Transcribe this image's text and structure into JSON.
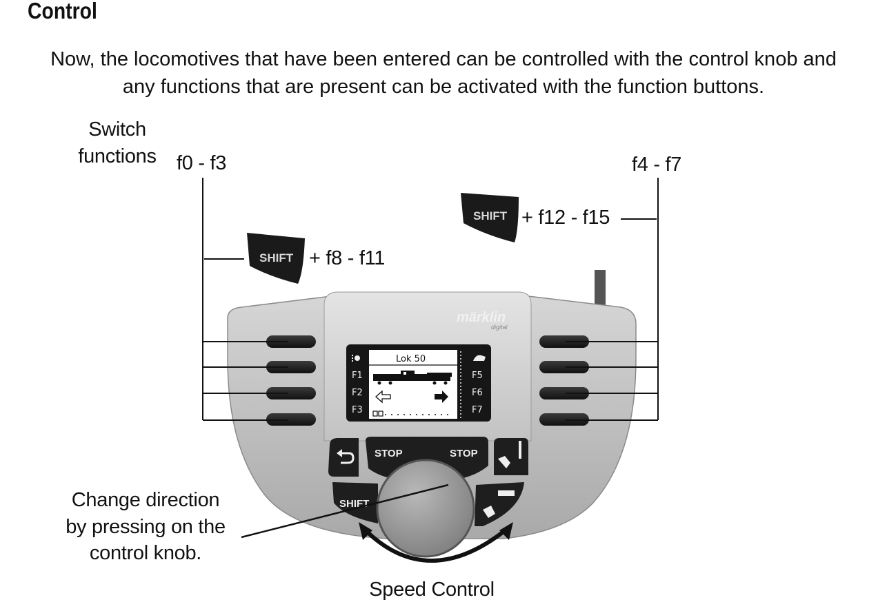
{
  "title": "Control",
  "intro": {
    "line1": "Now, the locomotives that have been entered can be controlled with the control knob and",
    "line2": "any functions that are present can be activated with the function buttons."
  },
  "callouts": {
    "switch_functions_line1": "Switch",
    "switch_functions_line2": "functions",
    "left_range": "f0 - f3",
    "right_range": "f4 - f7",
    "shift_left": "+ f8 - f11",
    "shift_right": "+ f12 - f15",
    "direction_line1": "Change direction",
    "direction_line2": "by pressing on the",
    "direction_line3": "control knob.",
    "speed": "Speed Control"
  },
  "device": {
    "brand": "märklin",
    "brand_sub": "digital",
    "shift_key": "SHIFT",
    "stop_left": "STOP",
    "stop_right": "STOP",
    "shift_button": "SHIFT",
    "display": {
      "loco_name": "Lok 50",
      "left_labels": [
        "F1",
        "F2",
        "F3"
      ],
      "right_labels": [
        "F5",
        "F6",
        "F7"
      ]
    }
  },
  "icons": [
    "light-icon",
    "turtle-icon",
    "back-arrow-icon",
    "signal-wrench-icon",
    "loco-wrench-icon",
    "direction-left-arrow-icon",
    "direction-right-arrow-icon",
    "locomotive-icon"
  ]
}
